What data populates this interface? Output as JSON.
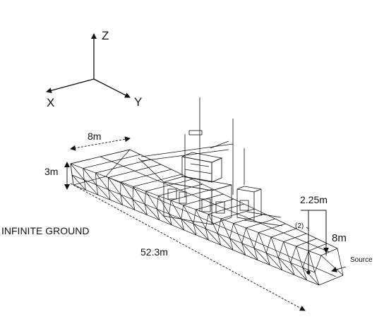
{
  "axes": {
    "z": "Z",
    "x": "X",
    "y": "Y"
  },
  "dimensions": {
    "beam": "8m",
    "depth": "3m",
    "length": "52.3m",
    "antenna_height": "2.25m",
    "wire_height": "8m"
  },
  "labels": {
    "ground": "INFINITE GROUND",
    "source": "Source",
    "segment": "(2)"
  }
}
